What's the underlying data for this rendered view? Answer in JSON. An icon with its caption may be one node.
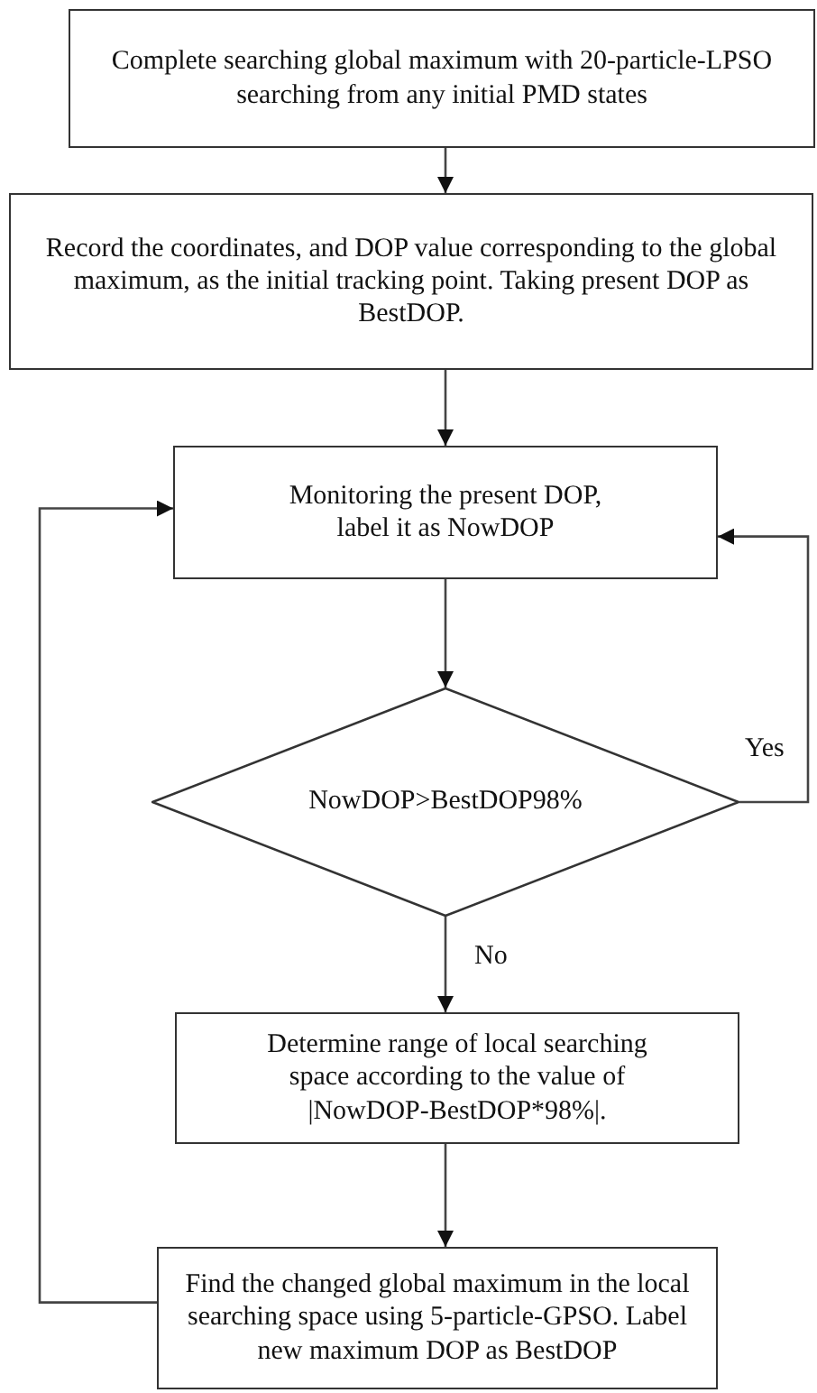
{
  "diagram": {
    "nodes": [
      {
        "text": [
          "Complete searching global maximum with 20-particle-LPSO searching from any initial PMD states"
        ]
      },
      {
        "text": [
          "Record the coordinates, and DOP value corresponding to the global maximum, as the initial tracking point. Taking present DOP as BestDOP."
        ]
      },
      {
        "text": [
          "Monitoring the present DOP, label it as NowDOP"
        ]
      },
      {
        "text": [
          "NowDOP>BestDOP98%"
        ]
      },
      {
        "text": [
          "Determine range of local searching space according to the value of |NowDOP-BestDOP*98%|."
        ]
      },
      {
        "text": [
          "Find the changed global maximum in the local searching space using 5-particle-GPSO. Label new maximum DOP as BestDOP"
        ]
      }
    ],
    "edges": [
      {
        "from": 0,
        "to": 1,
        "arrow": "to"
      },
      {
        "from": 1,
        "to": 2,
        "arrow": "to"
      },
      {
        "from": 2,
        "to": 3,
        "arrow": "to"
      },
      {
        "from": 3,
        "to": 2,
        "arrow": "to",
        "label": "Yes"
      },
      {
        "from": 3,
        "to": 4,
        "arrow": "to",
        "label": "No"
      },
      {
        "from": 4,
        "to": 5,
        "arrow": "to"
      },
      {
        "from": 5,
        "to": 2,
        "arrow": "to"
      }
    ]
  }
}
